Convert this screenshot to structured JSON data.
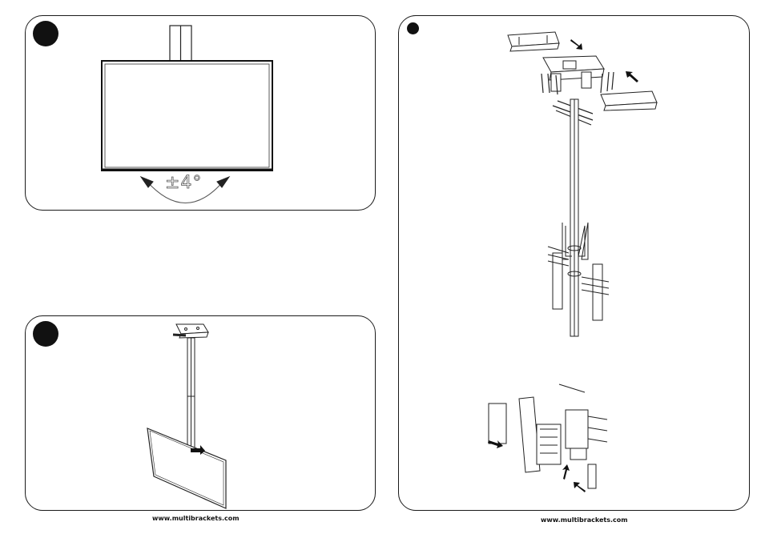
{
  "footer": {
    "url_left": "www.multibrackets.com",
    "url_right": "www.multibrackets.com"
  },
  "tilt_panel": {
    "angle_label": "±4°"
  },
  "icons": {
    "tilt_arrows": "curved-double-arrow-icon",
    "insert_arrow": "arrow-icon"
  }
}
